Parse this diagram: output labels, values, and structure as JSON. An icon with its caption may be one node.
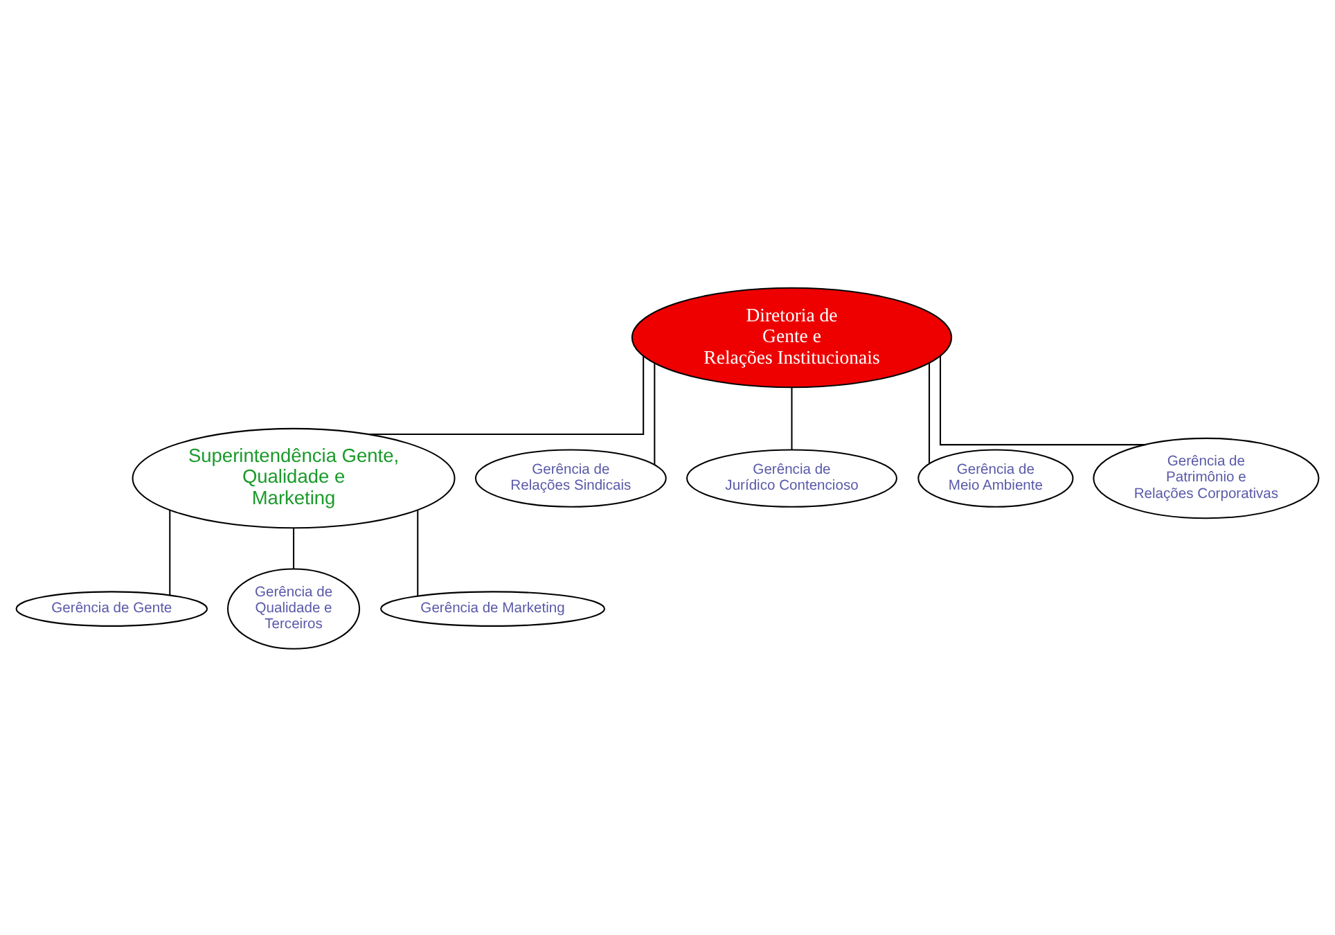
{
  "diagram": {
    "nodes": [
      {
        "text": [
          "Diretoria de Gente e Relações Institucionais"
        ]
      },
      {
        "text": [
          "Superintendência Gente, Qualidade e Marketing"
        ]
      },
      {
        "text": [
          "Gerência de Gente"
        ]
      },
      {
        "text": [
          "Gerência de Qualidade e Terceiros"
        ]
      },
      {
        "text": [
          "Gerência de Marketing"
        ]
      },
      {
        "text": [
          "Gerência de Relações Sindicais"
        ]
      },
      {
        "text": [
          "Gerência de Jurídico Contencioso"
        ]
      },
      {
        "text": [
          "Gerência de Meio Ambiente"
        ]
      },
      {
        "text": [
          "Gerência de Patrimônio e Relações Corporativas"
        ]
      }
    ],
    "edges": [
      {
        "from": 0,
        "to": 1,
        "arrow": "none"
      },
      {
        "from": 0,
        "to": 5,
        "arrow": "none"
      },
      {
        "from": 0,
        "to": 6,
        "arrow": "none"
      },
      {
        "from": 0,
        "to": 7,
        "arrow": "none"
      },
      {
        "from": 0,
        "to": 8,
        "arrow": "none"
      },
      {
        "from": 1,
        "to": 2,
        "arrow": "none"
      },
      {
        "from": 1,
        "to": 3,
        "arrow": "none"
      },
      {
        "from": 1,
        "to": 4,
        "arrow": "none"
      }
    ]
  }
}
